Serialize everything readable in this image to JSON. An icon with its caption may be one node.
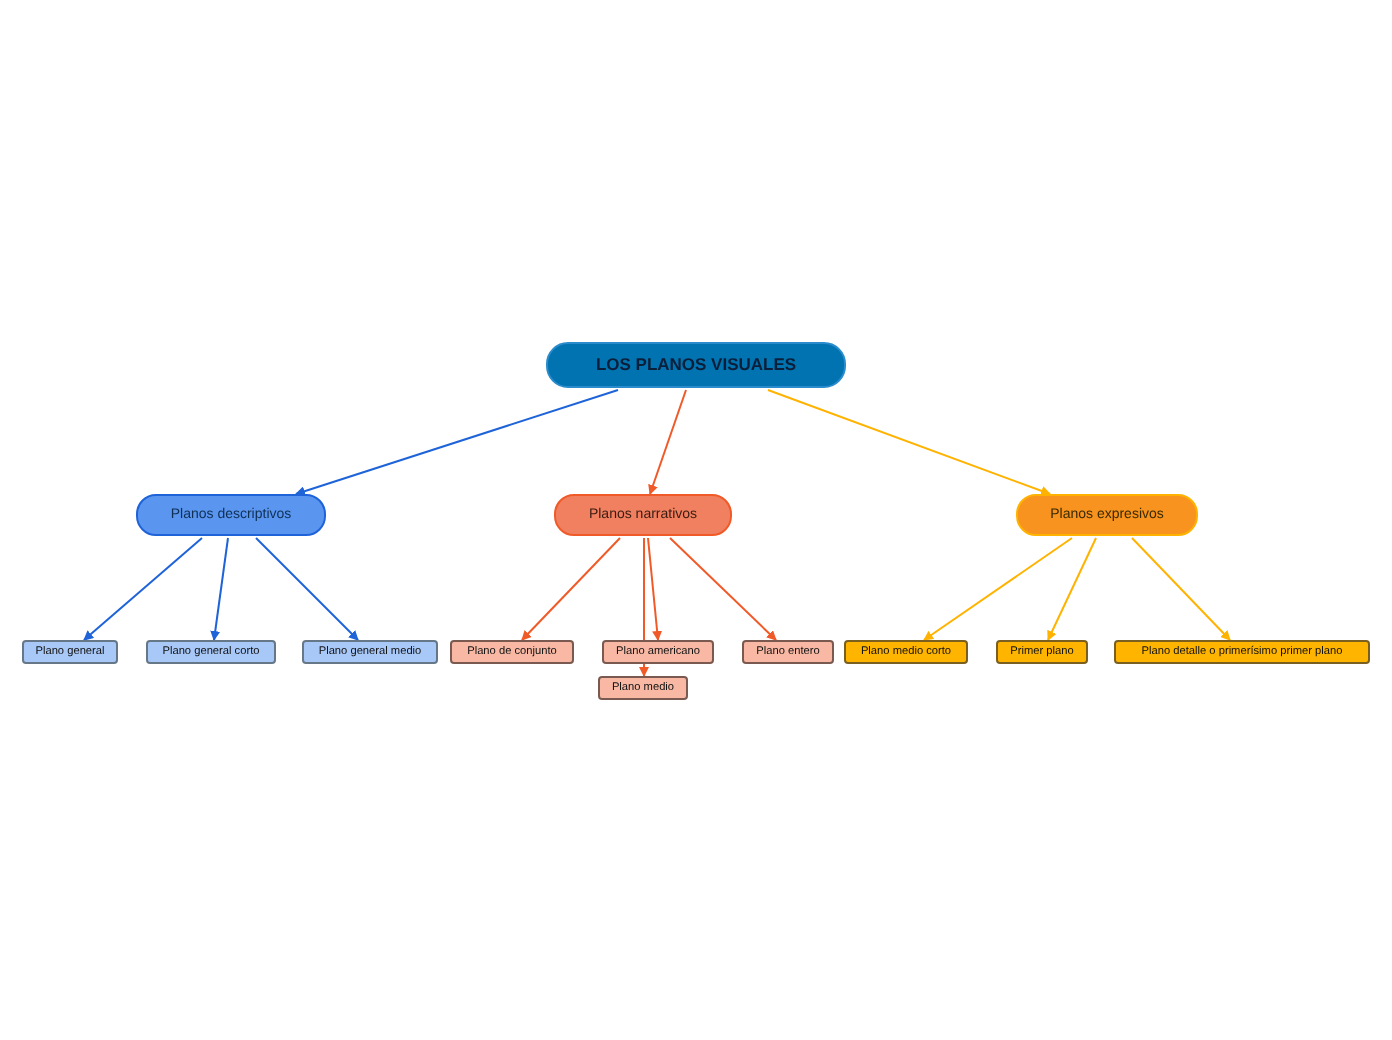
{
  "diagram": {
    "nodes": [
      {
        "text": [
          "LOS PLANOS VISUALES"
        ]
      },
      {
        "text": [
          "Planos descriptivos"
        ]
      },
      {
        "text": [
          "Planos narrativos"
        ]
      },
      {
        "text": [
          "Planos expresivos"
        ]
      },
      {
        "text": [
          "Plano general"
        ]
      },
      {
        "text": [
          "Plano general corto"
        ]
      },
      {
        "text": [
          "Plano general medio"
        ]
      },
      {
        "text": [
          "Plano de conjunto"
        ]
      },
      {
        "text": [
          "Plano americano"
        ]
      },
      {
        "text": [
          "Plano entero"
        ]
      },
      {
        "text": [
          "Plano medio corto"
        ]
      },
      {
        "text": [
          "Primer plano"
        ]
      },
      {
        "text": [
          "Plano detalle o primerísimo primer plano"
        ]
      },
      {
        "text": [
          "Plano medio"
        ]
      }
    ],
    "edges": [
      {
        "from": 0,
        "to": 1,
        "arrow": "to",
        "color": "#1e63d8"
      },
      {
        "from": 0,
        "to": 2,
        "arrow": "to",
        "color": "#f05a28"
      },
      {
        "from": 0,
        "to": 3,
        "arrow": "to",
        "color": "#ffb300"
      },
      {
        "from": 1,
        "to": 4,
        "arrow": "to",
        "color": "#1e63d8"
      },
      {
        "from": 1,
        "to": 5,
        "arrow": "to",
        "color": "#1e63d8"
      },
      {
        "from": 1,
        "to": 6,
        "arrow": "to",
        "color": "#1e63d8"
      },
      {
        "from": 2,
        "to": 7,
        "arrow": "to",
        "color": "#f05a28"
      },
      {
        "from": 2,
        "to": 8,
        "arrow": "to",
        "color": "#f05a28"
      },
      {
        "from": 2,
        "to": 9,
        "arrow": "to",
        "color": "#f05a28"
      },
      {
        "from": 2,
        "to": 13,
        "arrow": "to",
        "color": "#f05a28"
      },
      {
        "from": 3,
        "to": 10,
        "arrow": "to",
        "color": "#ffb300"
      },
      {
        "from": 3,
        "to": 11,
        "arrow": "to",
        "color": "#ffb300"
      },
      {
        "from": 3,
        "to": 12,
        "arrow": "to",
        "color": "#ffb300"
      }
    ]
  }
}
